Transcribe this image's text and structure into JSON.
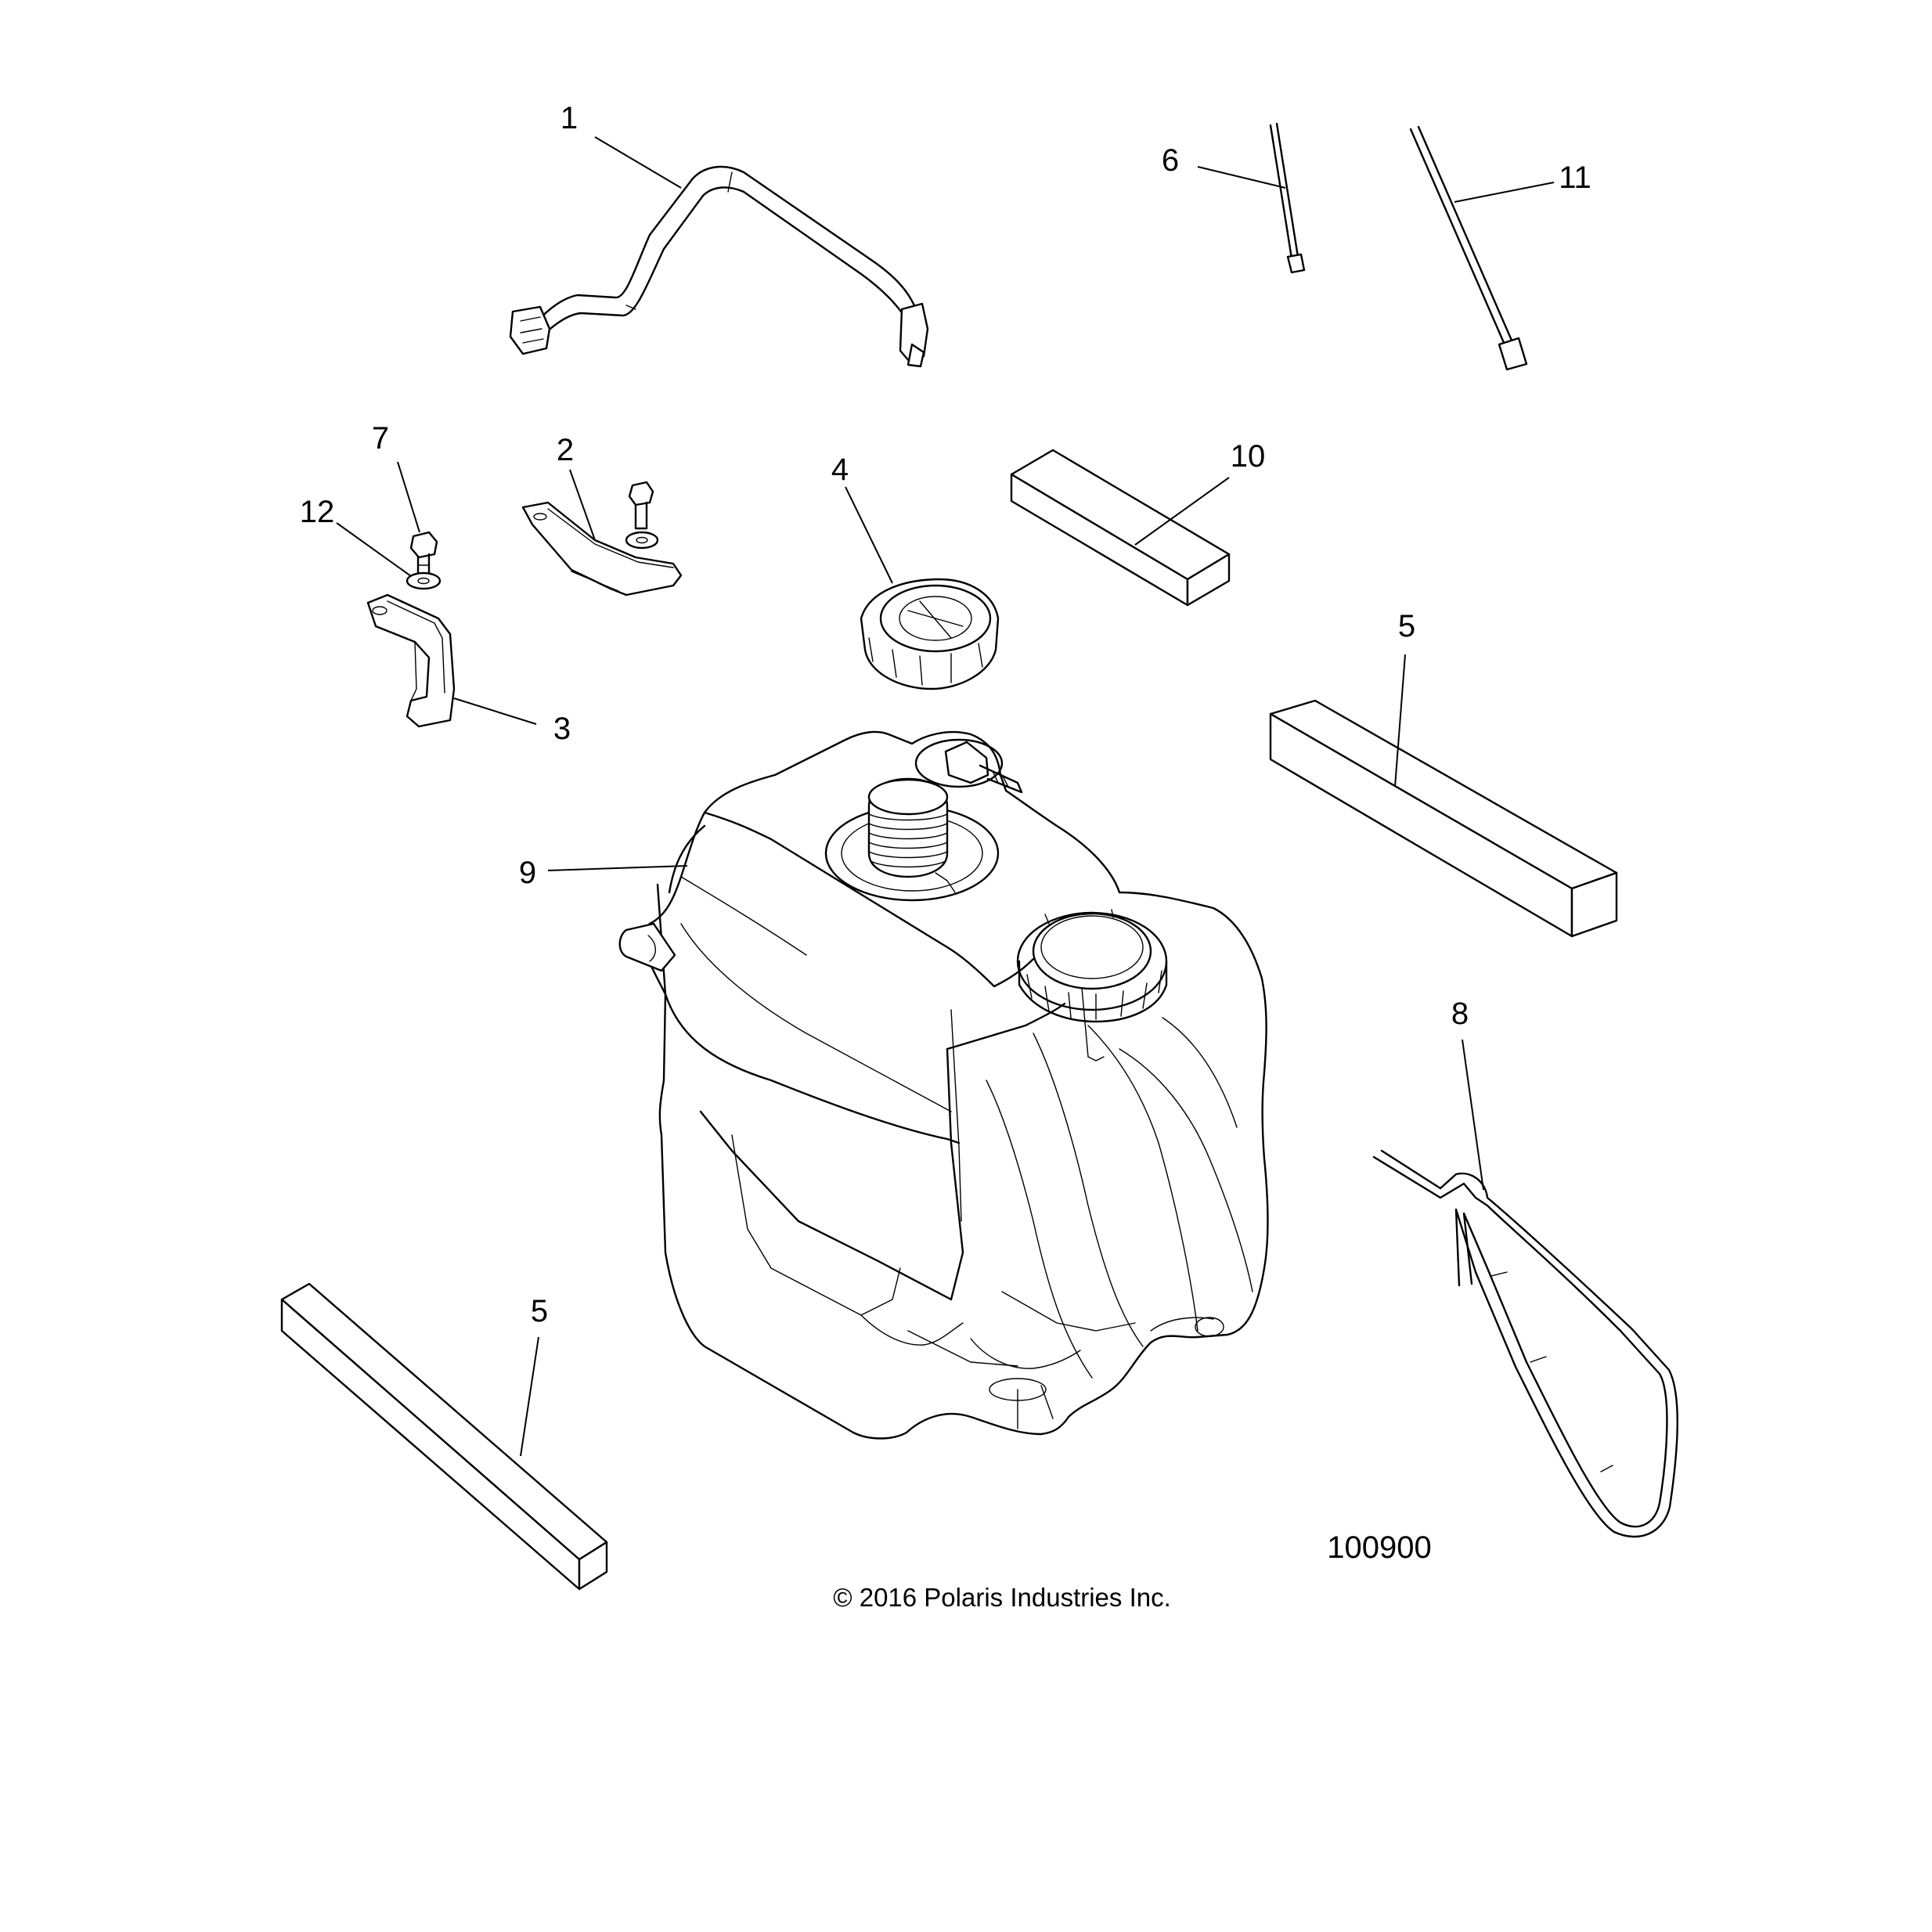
{
  "diagram": {
    "callouts": {
      "c1": "1",
      "c2": "2",
      "c3": "3",
      "c4": "4",
      "c5a": "5",
      "c5b": "5",
      "c6": "6",
      "c7": "7",
      "c8": "8",
      "c9": "9",
      "c10": "10",
      "c11": "11",
      "c12": "12"
    },
    "figure_number": "100900",
    "copyright": "© 2016 Polaris Industries Inc."
  }
}
